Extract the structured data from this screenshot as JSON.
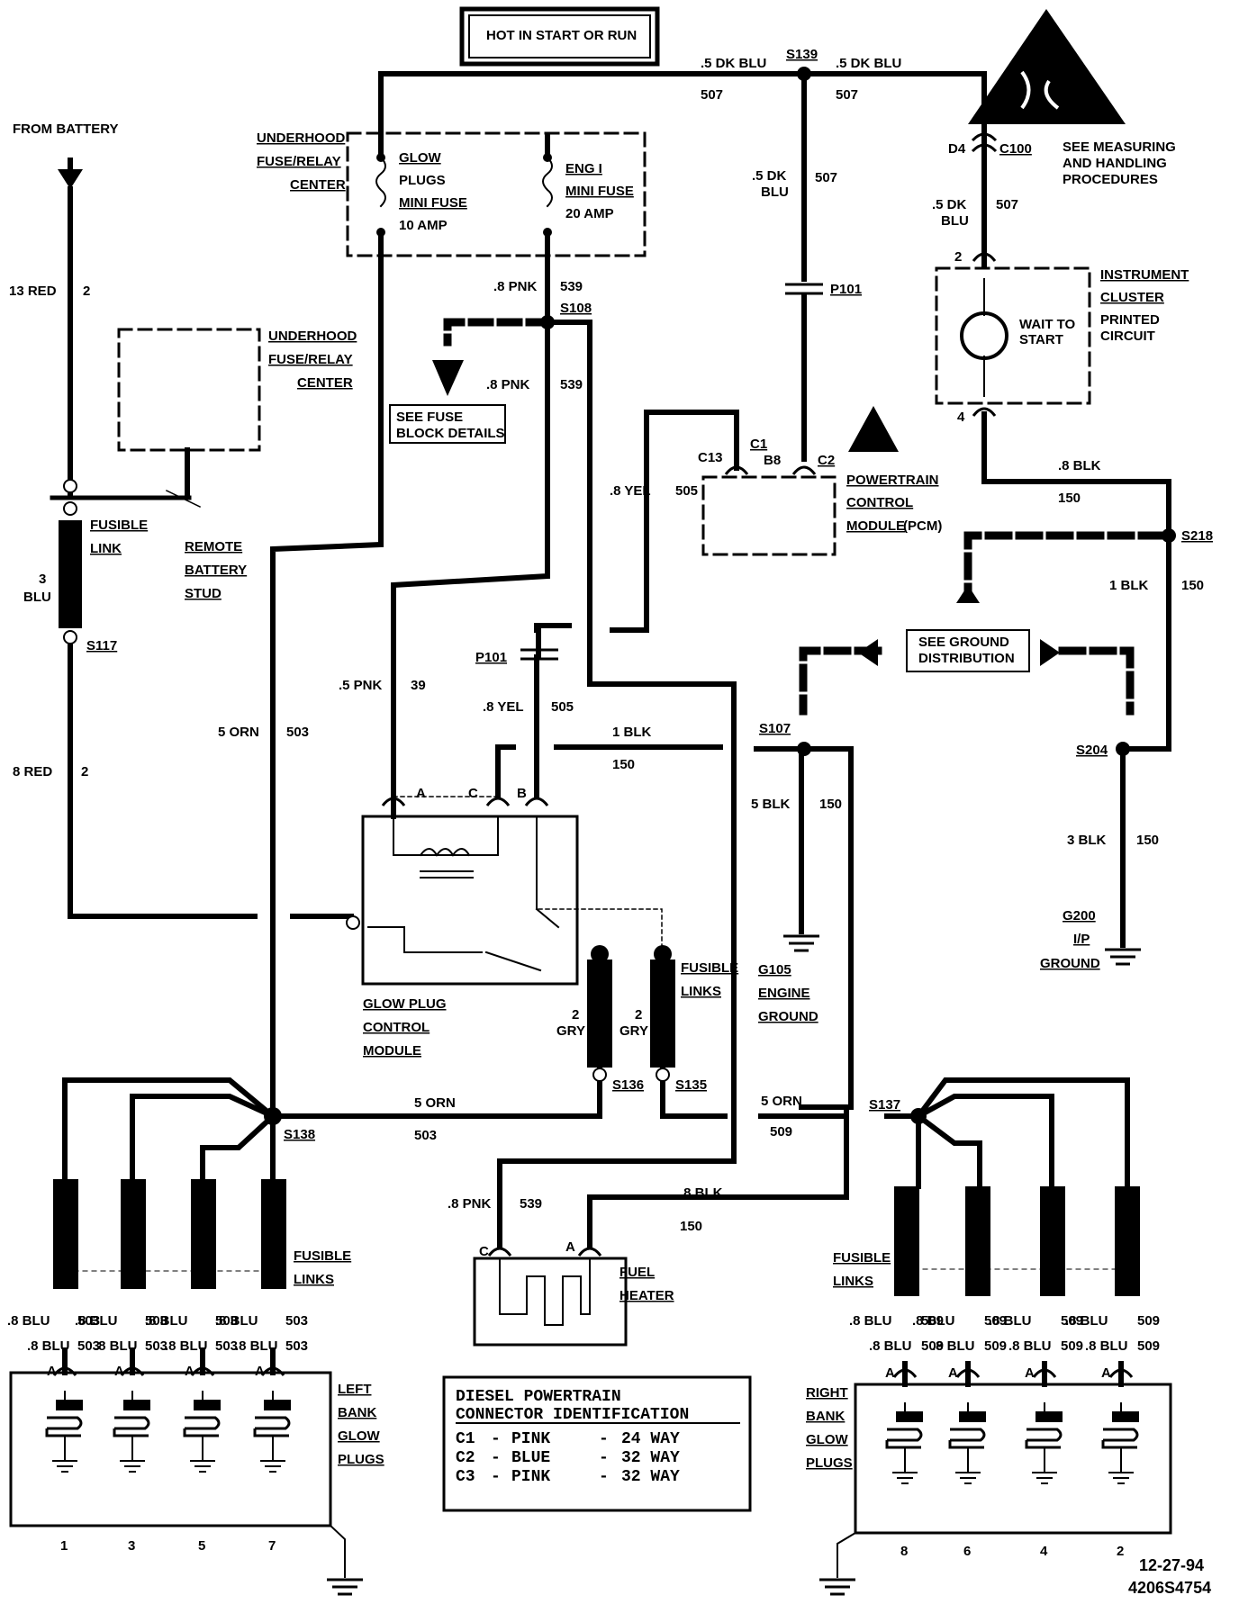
{
  "power_box": "HOT IN START OR RUN",
  "from_battery": "FROM BATTERY",
  "esd_note": [
    "SEE MEASURING",
    "AND HANDLING",
    "PROCEDURES"
  ],
  "splices": {
    "s139": "S139",
    "s108": "S108",
    "s117": "S117",
    "s138": "S138",
    "s107": "S107",
    "s218": "S218",
    "s204": "S204",
    "s136": "S136",
    "s135": "S135",
    "s137": "S137"
  },
  "top_wire": {
    "left_color": ".5 DK BLU",
    "right_color": ".5 DK BLU",
    "left_num": "507",
    "right_num": "507"
  },
  "underhood_fuse_top": [
    "UNDERHOOD",
    "FUSE/RELAY",
    "CENTER"
  ],
  "glow_plugs_fuse": [
    "GLOW",
    "PLUGS",
    "MINI FUSE",
    "10 AMP"
  ],
  "eng1_fuse": [
    "ENG I",
    "MINI FUSE",
    "20 AMP"
  ],
  "underhood_fuse_mid": [
    "UNDERHOOD",
    "FUSE/RELAY",
    "CENTER"
  ],
  "see_fuse_block": [
    "SEE FUSE",
    "BLOCK DETAILS"
  ],
  "connectors": {
    "p101_top": "P101",
    "p101_mid": "P101",
    "c100": "C100",
    "d4": "D4",
    "c13": "C13",
    "c1": "C1",
    "b8": "B8",
    "c2": "C2",
    "pin2": "2",
    "pin4": "4",
    "pin_a": "A",
    "pin_b": "B",
    "pin_c": "C"
  },
  "instrument_cluster": [
    "INSTRUMENT",
    "CLUSTER",
    "PRINTED",
    "CIRCUIT"
  ],
  "wait_to_start": [
    "WAIT TO",
    "START"
  ],
  "pcm": [
    "POWERTRAIN",
    "CONTROL",
    "MODULE",
    "(PCM)"
  ],
  "see_ground": [
    "SEE GROUND",
    "DISTRIBUTION"
  ],
  "fusible_link_main": [
    "FUSIBLE",
    "LINK"
  ],
  "remote_stud": [
    "REMOTE",
    "BATTERY",
    "STUD"
  ],
  "glow_module": [
    "GLOW PLUG",
    "CONTROL",
    "MODULE"
  ],
  "fusible_links_mid": [
    "FUSIBLE",
    "LINKS"
  ],
  "g105": [
    "G105",
    "ENGINE",
    "GROUND"
  ],
  "g200": [
    "G200",
    "I/P",
    "GROUND"
  ],
  "fuel_heater": [
    "FUEL",
    "HEATER"
  ],
  "fusible_links_left": [
    "FUSIBLE",
    "LINKS"
  ],
  "fusible_links_right": [
    "FUSIBLE",
    "LINKS"
  ],
  "left_bank": [
    "LEFT",
    "BANK",
    "GLOW",
    "PLUGS"
  ],
  "right_bank": [
    "RIGHT",
    "BANK",
    "GLOW",
    "PLUGS"
  ],
  "left_plug_numbers": [
    "1",
    "3",
    "5",
    "7"
  ],
  "right_plug_numbers": [
    "8",
    "6",
    "4",
    "2"
  ],
  "wire_labels": {
    "w13red": "13 RED",
    "w13red_n": "2",
    "w8red": "8 RED",
    "w8red_n": "2",
    "w3blu": "3",
    "w3blu_b": "BLU",
    "w5orn_l": "5 ORN",
    "w5orn_l_n": "503",
    "w8pnk_a": ".8 PNK",
    "w8pnk_a_n": "539",
    "w8pnk_b": ".8 PNK",
    "w8pnk_b_n": "539",
    "w5pnk": ".5 PNK",
    "w5pnk_n": "39",
    "w8yel_a": ".8 YEL",
    "w8yel_a_n": "505",
    "w8yel_b": ".8 YEL",
    "w8yel_b_n": "505",
    "w5dkblu_mid": ".5 DK",
    "w5dkblu_mid_b": "BLU",
    "w5dkblu_mid_n": "507",
    "w5dkblu_r": ".5 DK",
    "w5dkblu_r_b": "BLU",
    "w5dkblu_r_n": "507",
    "w8blk_top": ".8 BLK",
    "w8blk_top_n": "150",
    "w1blk_r": "1 BLK",
    "w1blk_r_n": "150",
    "w1blk_mid": "1 BLK",
    "w1blk_mid_n": "150",
    "w5blk": "5 BLK",
    "w5blk_n": "150",
    "w3blk": "3 BLK",
    "w3blk_n": "150",
    "w2gry_a": "2",
    "w2gry_a_b": "GRY",
    "w2gry_b": "2",
    "w2gry_b_b": "GRY",
    "w5orn_mid": "5 ORN",
    "w5orn_mid_n": "503",
    "w5orn_r": "5 ORN",
    "w5orn_r_n": "509",
    "w8pnk_fh": ".8 PNK",
    "w8pnk_fh_n": "539",
    "w8blk_fh": ".8 BLK",
    "w8blk_fh_n": "150",
    "left_blu": ".8 BLU",
    "left_503": "503",
    "right_blu": ".8 BLU",
    "right_509": "509"
  },
  "connector_table": {
    "title1": "DIESEL POWERTRAIN",
    "title2": "CONNECTOR IDENTIFICATION",
    "rows": [
      {
        "c": "C1",
        "color": "PINK",
        "way": "24 WAY"
      },
      {
        "c": "C2",
        "color": "BLUE",
        "way": "32 WAY"
      },
      {
        "c": "C3",
        "color": "PINK",
        "way": "32 WAY"
      }
    ]
  },
  "date": "12-27-94",
  "code": "4206S4754"
}
